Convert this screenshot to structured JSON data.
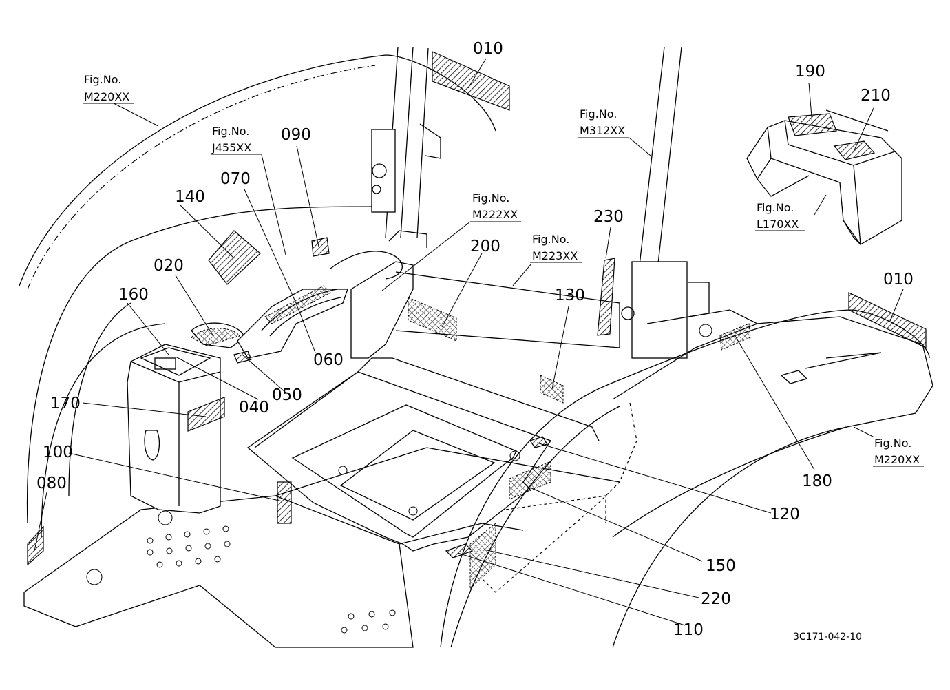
{
  "drawing_code": "3C171-042-10",
  "fig_prefix": "Fig.No.",
  "fig_refs": [
    {
      "id": "m220xx-top",
      "code": "M220XX"
    },
    {
      "id": "j455xx",
      "code": "J455XX"
    },
    {
      "id": "m222xx",
      "code": "M222XX"
    },
    {
      "id": "m223xx",
      "code": "M223XX"
    },
    {
      "id": "m312xx",
      "code": "M312XX"
    },
    {
      "id": "l170xx",
      "code": "L170XX"
    },
    {
      "id": "m220xx-right",
      "code": "M220XX"
    }
  ],
  "part_labels": [
    {
      "id": "010-top",
      "text": "010"
    },
    {
      "id": "010-right",
      "text": "010"
    },
    {
      "id": "020",
      "text": "020"
    },
    {
      "id": "040",
      "text": "040"
    },
    {
      "id": "050",
      "text": "050"
    },
    {
      "id": "060",
      "text": "060"
    },
    {
      "id": "070",
      "text": "070"
    },
    {
      "id": "080",
      "text": "080"
    },
    {
      "id": "090",
      "text": "090"
    },
    {
      "id": "100",
      "text": "100"
    },
    {
      "id": "110",
      "text": "110"
    },
    {
      "id": "120",
      "text": "120"
    },
    {
      "id": "130",
      "text": "130"
    },
    {
      "id": "140",
      "text": "140"
    },
    {
      "id": "150",
      "text": "150"
    },
    {
      "id": "160",
      "text": "160"
    },
    {
      "id": "170",
      "text": "170"
    },
    {
      "id": "180",
      "text": "180"
    },
    {
      "id": "190",
      "text": "190"
    },
    {
      "id": "200",
      "text": "200"
    },
    {
      "id": "210",
      "text": "210"
    },
    {
      "id": "220",
      "text": "220"
    },
    {
      "id": "230",
      "text": "230"
    }
  ]
}
